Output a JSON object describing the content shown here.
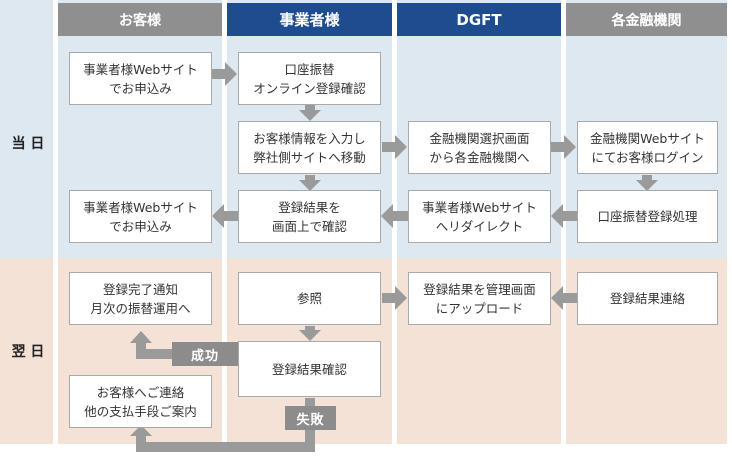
{
  "headers": {
    "customer": "お客様",
    "business": "事業者様",
    "dgft": "DGFT",
    "banks": "各金融機関"
  },
  "days": {
    "today": "当 日",
    "next": "翌 日"
  },
  "boxes": {
    "customer_apply_1": "事業者様Webサイト\nでお申込み",
    "business_confirm": "口座振替\nオンライン登録確認",
    "business_input": "お客様情報を入力し\n弊社側サイトへ移動",
    "dgft_select": "金融機関選択画面\nから各金融機関へ",
    "bank_login": "金融機関Webサイト\nにてお客様ログイン",
    "bank_process": "口座振替登録処理",
    "dgft_redirect": "事業者様Webサイト\nへリダイレクト",
    "business_result": "登録結果を\n画面上で確認",
    "customer_apply_2": "事業者様Webサイト\nでお申込み",
    "customer_complete": "登録完了通知\n月次の振替運用へ",
    "business_refer": "参照",
    "dgft_upload": "登録結果を管理画面\nにアップロード",
    "bank_notify": "登録結果連絡",
    "business_check": "登録結果確認",
    "customer_contact": "お客様へご連絡\n他の支払手段ご案内"
  },
  "tags": {
    "success": "成功",
    "failure": "失敗"
  },
  "colors": {
    "header_gray": "#8f8f8f",
    "header_navy": "#1f4c8f",
    "today_band": "#dde8f1",
    "next_band": "#f5e2d6",
    "arrow": "#9a9a9a"
  }
}
